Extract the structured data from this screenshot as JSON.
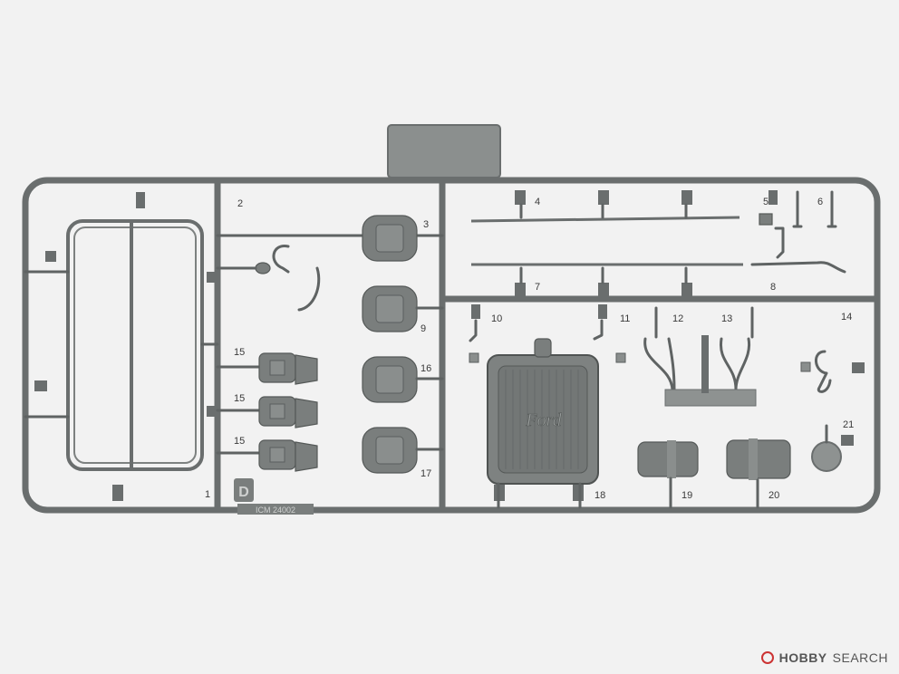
{
  "image": {
    "subject": "ICM plastic model kit sprue D",
    "sprue_letter": "D",
    "sprue_code": "ICM 24002",
    "radiator_logo": "Ford"
  },
  "part_numbers": [
    "1",
    "2",
    "3",
    "4",
    "5",
    "6",
    "7",
    "8",
    "9",
    "10",
    "11",
    "12",
    "13",
    "14",
    "15",
    "15",
    "15",
    "16",
    "17",
    "18",
    "19",
    "20",
    "21"
  ],
  "watermark": {
    "brand": "HOBBY",
    "suffix": "SEARCH"
  }
}
